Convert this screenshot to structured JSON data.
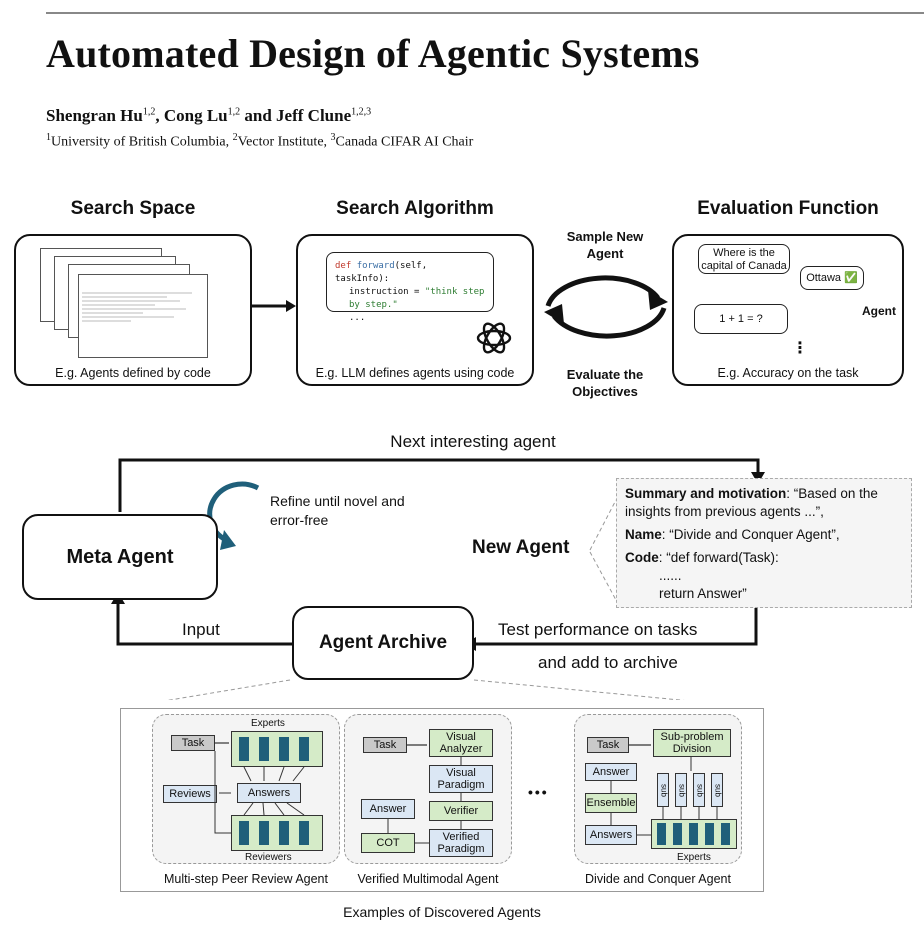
{
  "paper": {
    "title": "Automated Design of Agentic Systems",
    "authors": [
      {
        "name": "Shengran Hu",
        "sup": "1,2",
        "sep": ", "
      },
      {
        "name": "Cong Lu",
        "sup": "1,2",
        "sep": " and "
      },
      {
        "name": "Jeff Clune",
        "sup": "1,2,3",
        "sep": ""
      }
    ],
    "affiliations": [
      {
        "sup": "1",
        "name": "University of British Columbia",
        "sep": ", "
      },
      {
        "sup": "2",
        "name": "Vector Institute",
        "sep": ", "
      },
      {
        "sup": "3",
        "name": "Canada CIFAR AI Chair",
        "sep": ""
      }
    ]
  },
  "top": {
    "search_space": {
      "title": "Search Space",
      "caption": "E.g. Agents defined by code"
    },
    "search_algorithm": {
      "title": "Search Algorithm",
      "caption": "E.g. LLM defines agents using code",
      "code": {
        "kw": "def",
        "fn": "forward",
        "args": "(self, taskInfo):",
        "line2_a": "instruction = ",
        "line2_b": "\"think step by step.\"",
        "line3": "..."
      }
    },
    "evaluation": {
      "title": "Evaluation Function",
      "caption": "E.g. Accuracy on the task",
      "q1": "Where is the capital of Canada",
      "a1": "Ottawa",
      "check": "✅",
      "agent_label": "Agent",
      "q2": "1 + 1 = ?",
      "dots": "⋮"
    },
    "cycle": {
      "sample": "Sample New Agent",
      "evaluate": "Evaluate the Objectives"
    }
  },
  "middle": {
    "next_agent": "Next interesting agent",
    "refine": "Refine until novel and error-free",
    "meta_agent": "Meta Agent",
    "new_agent": "New Agent",
    "agent_archive": "Agent Archive",
    "input": "Input",
    "test_line1": "Test performance on tasks",
    "test_line2": "and add to archive",
    "card": {
      "summary_label": "Summary and motivation",
      "summary_text": ": “Based on the insights from previous agents ...”,",
      "name_label": "Name",
      "name_text": ": “Divide and Conquer Agent”,",
      "code_label": "Code",
      "code_text": ": “def forward(Task):",
      "code_dots": "......",
      "code_return": "return Answer”"
    }
  },
  "examples": {
    "caption": "Examples of Discovered Agents",
    "ellipsis": "•••",
    "peer": {
      "name": "Multi-step Peer Review Agent",
      "task": "Task",
      "experts": "Experts",
      "answers": "Answers",
      "reviews": "Reviews",
      "reviewers": "Reviewers"
    },
    "multimodal": {
      "name": "Verified Multimodal Agent",
      "task": "Task",
      "visual_analyzer": "Visual Analyzer",
      "visual_paradigm": "Visual Paradigm",
      "verifier": "Verifier",
      "verified_paradigm": "Verified Paradigm",
      "cot": "COT",
      "answer": "Answer"
    },
    "divide": {
      "name": "Divide and Conquer Agent",
      "task": "Task",
      "division": "Sub-problem Division",
      "answer": "Answer",
      "ensemble": "Ensemble",
      "answers": "Answers",
      "sub": "sub",
      "experts": "Experts"
    }
  },
  "colors": {
    "green": "#d5ebc8",
    "blue": "#dbe7f4",
    "teal": "#1f5f7a",
    "grey": "#c9c9c9"
  }
}
